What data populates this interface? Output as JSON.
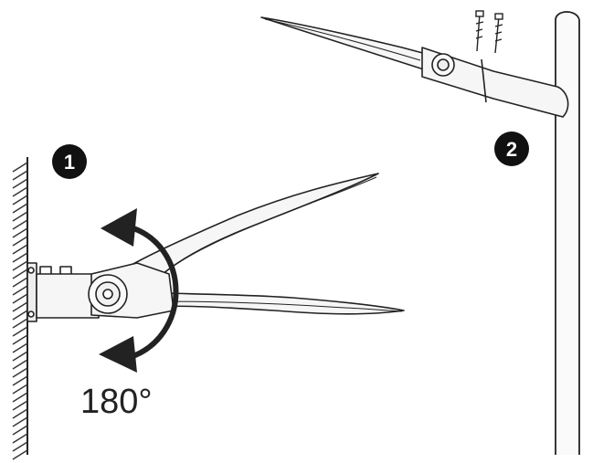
{
  "steps": [
    {
      "number": "1",
      "role": "wall-mount-step"
    },
    {
      "number": "2",
      "role": "pole-mount-step"
    }
  ],
  "rotation_label": "180°",
  "colors": {
    "line": "#222222",
    "fill": "#f2f2f2",
    "badge": "#111111",
    "arrow": "#222222"
  },
  "icons": [
    "wall-hatch",
    "rotation-arrow-icon",
    "screw-icon"
  ]
}
